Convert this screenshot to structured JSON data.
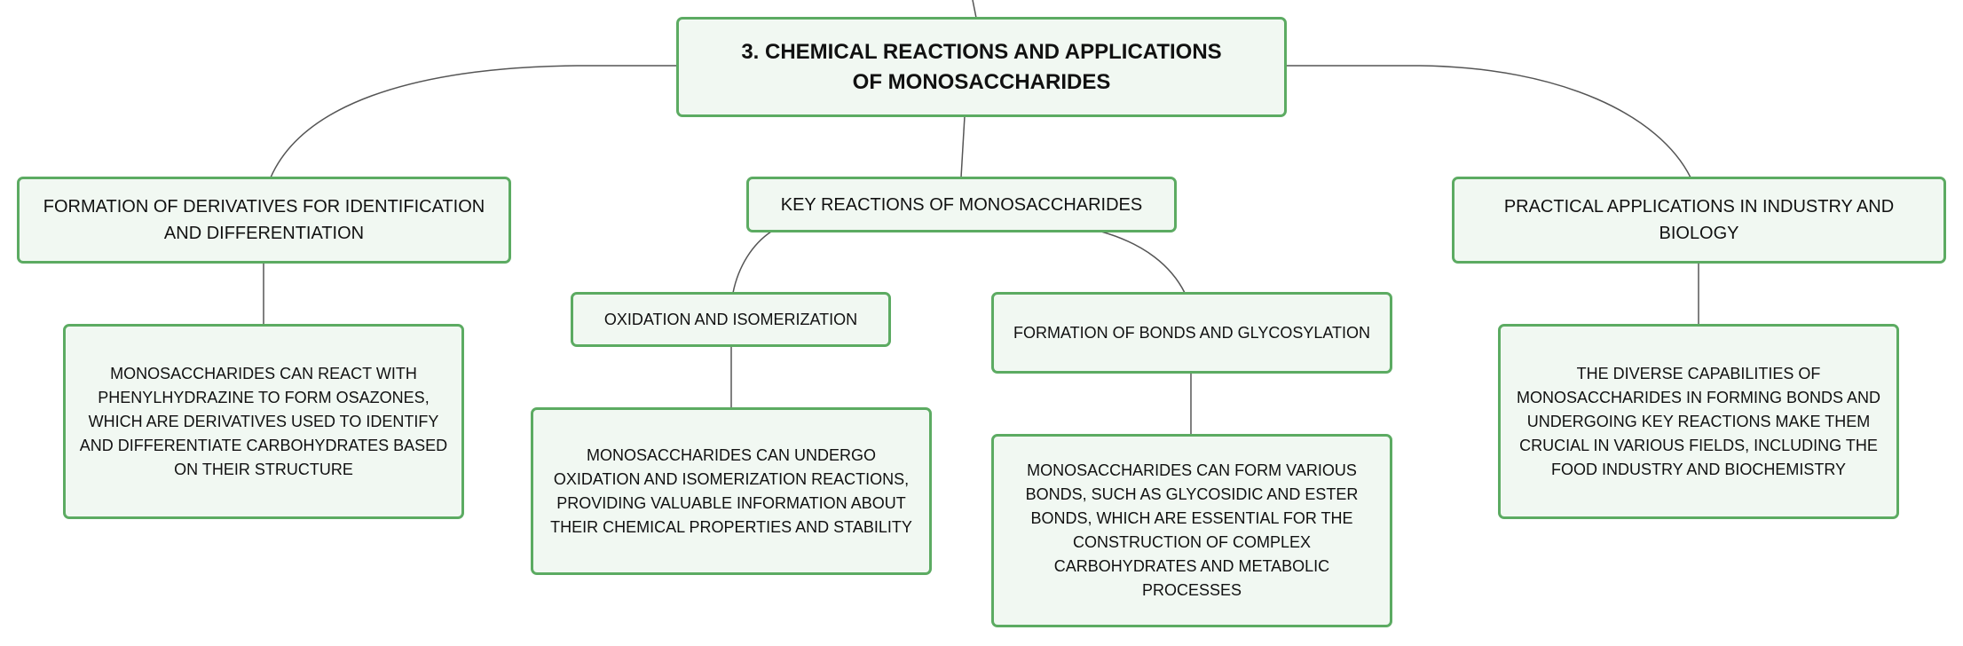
{
  "colors": {
    "node_fill": "#f1f8f2",
    "node_border": "#5cab62",
    "connector": "#555555"
  },
  "root": {
    "title": "3. CHEMICAL REACTIONS AND APPLICATIONS OF MONOSACCHARIDES"
  },
  "branches": {
    "derivatives": {
      "label": "FORMATION OF DERIVATIVES FOR IDENTIFICATION AND DIFFERENTIATION",
      "detail": "MONOSACCHARIDES CAN REACT WITH PHENYLHYDRAZINE TO FORM OSAZONES, WHICH ARE DERIVATIVES USED TO IDENTIFY AND DIFFERENTIATE CARBOHYDRATES BASED ON THEIR STRUCTURE"
    },
    "key_reactions": {
      "label": "KEY REACTIONS OF MONOSACCHARIDES",
      "oxidation": {
        "label": "OXIDATION AND ISOMERIZATION",
        "detail": "MONOSACCHARIDES CAN UNDERGO OXIDATION AND ISOMERIZATION REACTIONS, PROVIDING VALUABLE INFORMATION ABOUT THEIR CHEMICAL PROPERTIES AND STABILITY"
      },
      "bonds": {
        "label": "FORMATION OF BONDS AND GLYCOSYLATION",
        "detail": "MONOSACCHARIDES CAN FORM VARIOUS BONDS, SUCH AS GLYCOSIDIC AND ESTER BONDS, WHICH ARE ESSENTIAL FOR THE CONSTRUCTION OF COMPLEX CARBOHYDRATES AND METABOLIC PROCESSES"
      }
    },
    "applications": {
      "label": "PRACTICAL APPLICATIONS IN INDUSTRY AND BIOLOGY",
      "detail": "THE DIVERSE CAPABILITIES OF MONOSACCHARIDES IN FORMING BONDS AND UNDERGOING KEY REACTIONS MAKE THEM CRUCIAL IN VARIOUS FIELDS, INCLUDING THE FOOD INDUSTRY AND BIOCHEMISTRY"
    }
  }
}
